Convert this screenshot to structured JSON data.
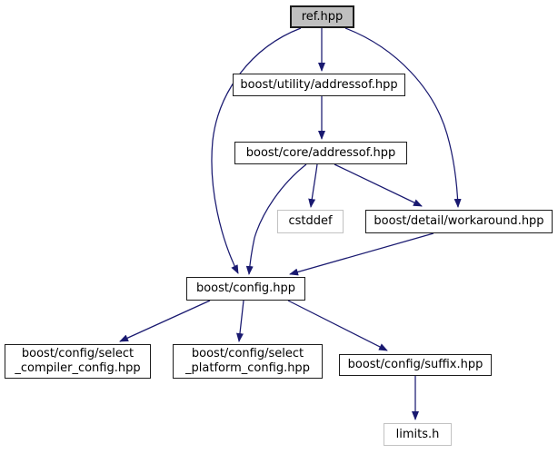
{
  "graph": {
    "kind": "include-dependency-graph",
    "root": "ref.hpp",
    "colors": {
      "edge": "#191970",
      "node_border": "#1c1c1c",
      "external_node_border": "#c2c2c2",
      "root_fill": "#bfbfbf",
      "node_fill": "#ffffff",
      "text": "#000000",
      "background": "#ffffff"
    },
    "nodes": [
      {
        "id": "ref.hpp",
        "kind": "root",
        "lines": [
          "ref.hpp"
        ]
      },
      {
        "id": "boost/utility/addressof.hpp",
        "kind": "internal",
        "lines": [
          "boost/utility/addressof.hpp"
        ]
      },
      {
        "id": "boost/core/addressof.hpp",
        "kind": "internal",
        "lines": [
          "boost/core/addressof.hpp"
        ]
      },
      {
        "id": "cstddef",
        "kind": "external",
        "lines": [
          "cstddef"
        ]
      },
      {
        "id": "boost/detail/workaround.hpp",
        "kind": "internal",
        "lines": [
          "boost/detail/workaround.hpp"
        ]
      },
      {
        "id": "boost/config.hpp",
        "kind": "internal",
        "lines": [
          "boost/config.hpp"
        ]
      },
      {
        "id": "boost/config/select_compiler_config.hpp",
        "kind": "internal",
        "lines": [
          "boost/config/select",
          "_compiler_config.hpp"
        ]
      },
      {
        "id": "boost/config/select_platform_config.hpp",
        "kind": "internal",
        "lines": [
          "boost/config/select",
          "_platform_config.hpp"
        ]
      },
      {
        "id": "boost/config/suffix.hpp",
        "kind": "internal",
        "lines": [
          "boost/config/suffix.hpp"
        ]
      },
      {
        "id": "limits.h",
        "kind": "external",
        "lines": [
          "limits.h"
        ]
      }
    ],
    "edges": [
      {
        "from": "ref.hpp",
        "to": "boost/utility/addressof.hpp"
      },
      {
        "from": "ref.hpp",
        "to": "boost/config.hpp"
      },
      {
        "from": "ref.hpp",
        "to": "boost/detail/workaround.hpp"
      },
      {
        "from": "boost/utility/addressof.hpp",
        "to": "boost/core/addressof.hpp"
      },
      {
        "from": "boost/core/addressof.hpp",
        "to": "cstddef"
      },
      {
        "from": "boost/core/addressof.hpp",
        "to": "boost/detail/workaround.hpp"
      },
      {
        "from": "boost/core/addressof.hpp",
        "to": "boost/config.hpp"
      },
      {
        "from": "boost/detail/workaround.hpp",
        "to": "boost/config.hpp"
      },
      {
        "from": "boost/config.hpp",
        "to": "boost/config/select_compiler_config.hpp"
      },
      {
        "from": "boost/config.hpp",
        "to": "boost/config/select_platform_config.hpp"
      },
      {
        "from": "boost/config.hpp",
        "to": "boost/config/suffix.hpp"
      },
      {
        "from": "boost/config/suffix.hpp",
        "to": "limits.h"
      }
    ]
  }
}
